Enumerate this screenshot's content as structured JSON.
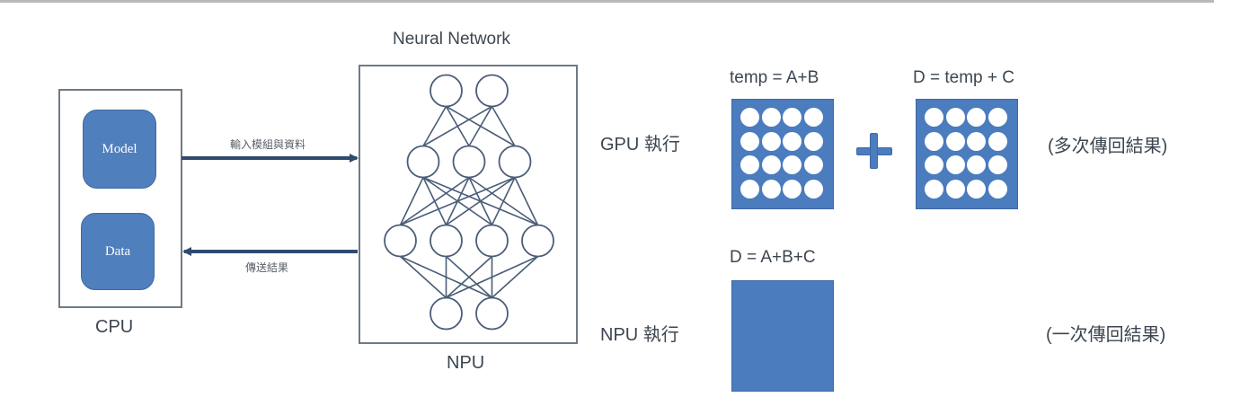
{
  "cpu": {
    "label": "CPU",
    "model_label": "Model",
    "data_label": "Data"
  },
  "arrows": {
    "to_npu_label": "輸入模組與資料",
    "to_cpu_label": "傳送結果"
  },
  "npu": {
    "title": "Neural Network",
    "label": "NPU",
    "layers": [
      2,
      3,
      4,
      2
    ]
  },
  "gpu_exec": {
    "label": "GPU 執行",
    "matrix_a_caption": "temp = A+B",
    "matrix_b_caption": "D = temp + C",
    "operator": "+",
    "note": "(多次傳回結果)",
    "matrix_rows": 4,
    "matrix_cols": 4
  },
  "npu_exec": {
    "label": "NPU 執行",
    "caption": "D = A+B+C",
    "note": "(一次傳回結果)"
  },
  "colors": {
    "block_blue": "#4f7fbd",
    "arrow_navy": "#2f4b6e",
    "network_line": "#4a5d78",
    "frame_gray": "#6f7a86",
    "text_gray": "#3f4852",
    "top_rule": "#b9b9b9"
  }
}
